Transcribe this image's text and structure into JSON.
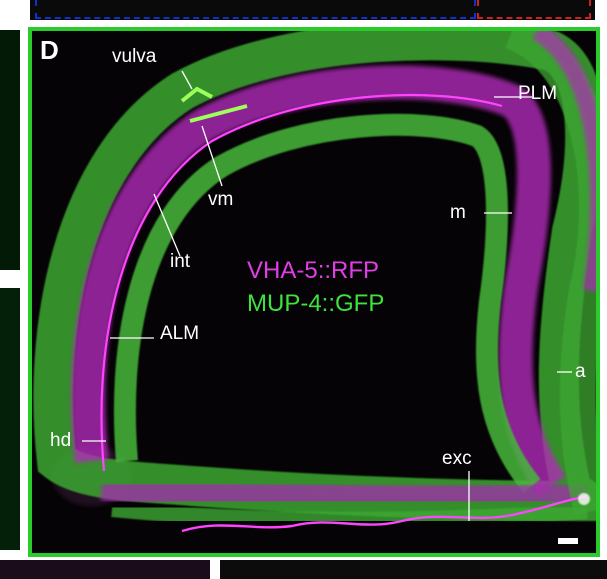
{
  "panel_label": "D",
  "labels": {
    "vulva": "vulva",
    "plm": "PLM",
    "vm": "vm",
    "m": "m",
    "int": "int",
    "alm": "ALM",
    "a": "a",
    "hd": "hd",
    "exc": "exc"
  },
  "legend": {
    "rfp": "VHA-5::RFP",
    "gfp": "MUP-4::GFP",
    "rfp_color": "#e23ee6",
    "gfp_color": "#3ee23e"
  },
  "colors": {
    "panel_border": "#2ccb2c",
    "blue_dash": "#1030d0",
    "red_dash": "#d02020"
  }
}
